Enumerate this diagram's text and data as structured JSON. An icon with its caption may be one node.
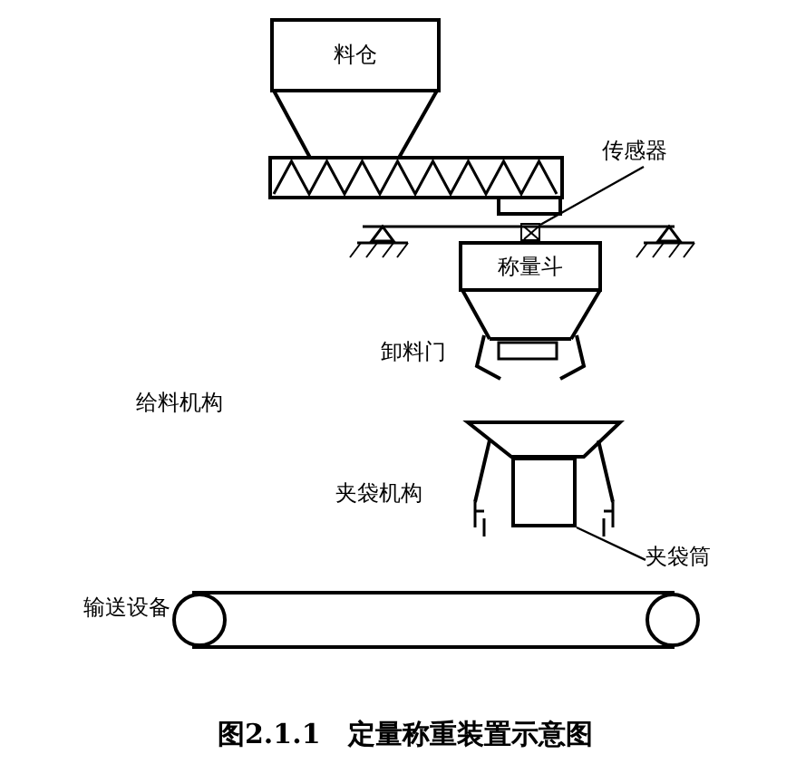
{
  "diagram": {
    "caption": "图2.1.1　定量称重装置示意图",
    "nodes": [
      {
        "text": [
          "料仓"
        ]
      },
      {
        "text": [
          "传感器"
        ]
      },
      {
        "text": [],
        "shape": "box"
      },
      {
        "text": [
          "称量斗"
        ]
      },
      {
        "text": [
          "夹袋筒"
        ]
      },
      {
        "text": [],
        "shape": "box"
      }
    ],
    "edges": [
      {
        "from": 1,
        "to": 2,
        "arrow": "none"
      },
      {
        "from": 4,
        "to": 5,
        "arrow": "none"
      }
    ],
    "labels": [
      "卸料门",
      "给料机构",
      "夹袋机构",
      "输送设备"
    ]
  }
}
